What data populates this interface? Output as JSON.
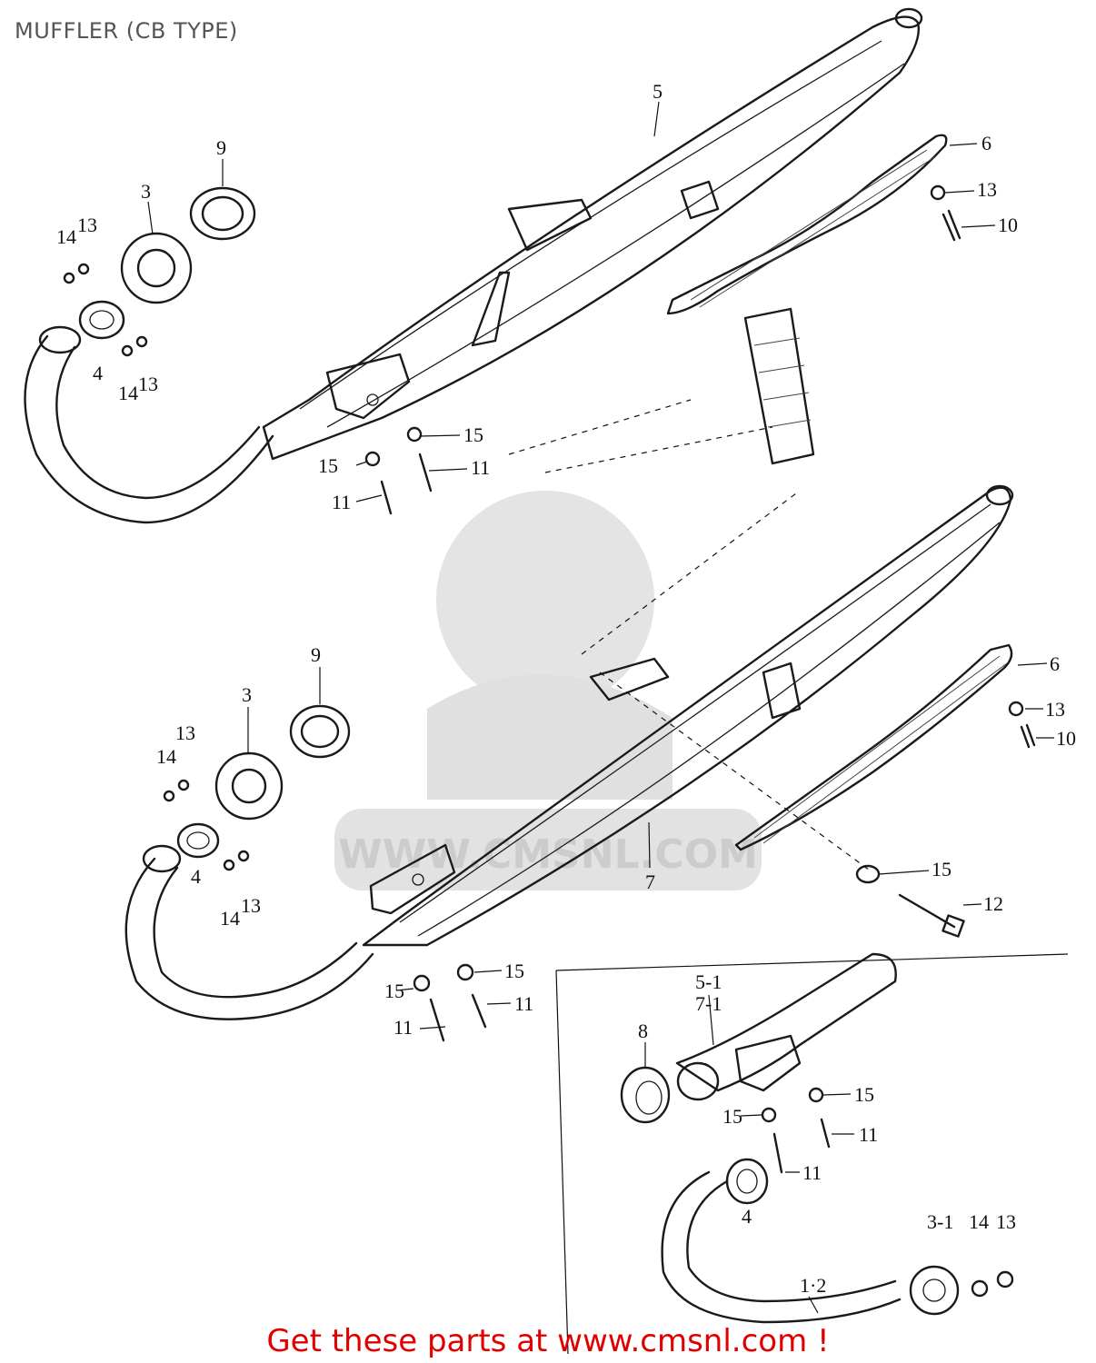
{
  "title": "MUFFLER (CB TYPE)",
  "watermark": "WWW.CMSNL.COM",
  "footer_link": "Get these parts at www.cmsnl.com !",
  "callouts": {
    "upper": [
      "5",
      "6",
      "13",
      "10",
      "9",
      "3",
      "14",
      "13",
      "4",
      "14",
      "13",
      "15",
      "11",
      "15",
      "11"
    ],
    "lower": [
      "9",
      "3",
      "13",
      "14",
      "6",
      "13",
      "10",
      "4",
      "14",
      "13",
      "7",
      "15",
      "12",
      "15",
      "11",
      "15",
      "11"
    ],
    "inset": [
      "5-1",
      "7-1",
      "8",
      "15",
      "15",
      "11",
      "11",
      "4",
      "3-1",
      "14",
      "13",
      "1·2"
    ]
  }
}
